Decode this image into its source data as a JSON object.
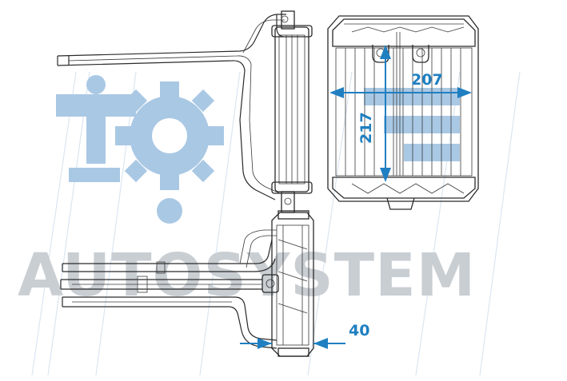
{
  "watermark": {
    "text": "AUTOSYSTEM"
  },
  "dimensions": {
    "width_label": "207",
    "height_label": "217",
    "depth_label": "40"
  },
  "colors": {
    "dimension": "#1f7fc1",
    "watermark_gray": "#c9ced3",
    "watermark_blue": "#a9c8e4",
    "line": "#2a2a2a"
  }
}
